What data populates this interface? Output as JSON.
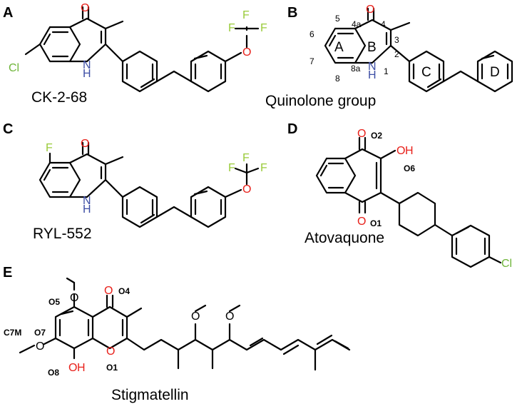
{
  "colors": {
    "oxygen": "#e8201a",
    "nitrogen": "#3d4ea5",
    "chlorine": "#6fb53a",
    "fluorine": "#9acb3a",
    "bond": "#000000"
  },
  "panels": {
    "a": {
      "letter": "A",
      "name": "CK-2-68",
      "atoms": {
        "o": "O",
        "cl": "Cl",
        "nh": "N",
        "h": "H",
        "f1": "F",
        "f2": "F",
        "f3": "F",
        "o2": "O"
      }
    },
    "b": {
      "letter": "B",
      "name": "Quinolone group",
      "atoms": {
        "o": "O",
        "nh": "N",
        "h": "H"
      },
      "positions": {
        "p1": "1",
        "p2": "2",
        "p3": "3",
        "p4": "4",
        "p4a": "4a",
        "p5": "5",
        "p6": "6",
        "p7": "7",
        "p8": "8",
        "p8a": "8a"
      },
      "rings": {
        "ra": "A",
        "rb": "B",
        "rc": "C",
        "rd": "D"
      }
    },
    "c": {
      "letter": "C",
      "name": "RYL-552",
      "atoms": {
        "o": "O",
        "f": "F",
        "nh": "N",
        "h": "H",
        "f1": "F",
        "f2": "F",
        "f3": "F",
        "o2": "O"
      }
    },
    "d": {
      "letter": "D",
      "name": "Atovaquone",
      "atoms": {
        "o_top": "O",
        "oh_o": "O",
        "oh_h": "H",
        "o_bot": "O",
        "cl": "Cl"
      },
      "labels": {
        "o2": "O2",
        "o6": "O6",
        "o1": "O1"
      }
    },
    "e": {
      "letter": "E",
      "name": "Stigmatellin",
      "atoms": {
        "o4": "O",
        "o_ring": "O",
        "oh_o": "O",
        "oh_h": "H",
        "o5": "O",
        "o7": "O",
        "o_side1": "O",
        "o_side2": "O"
      },
      "labels": {
        "o5": "O5",
        "o4": "O4",
        "c7m": "C7M",
        "o7": "O7",
        "o8": "O8",
        "o1": "O1"
      }
    }
  }
}
